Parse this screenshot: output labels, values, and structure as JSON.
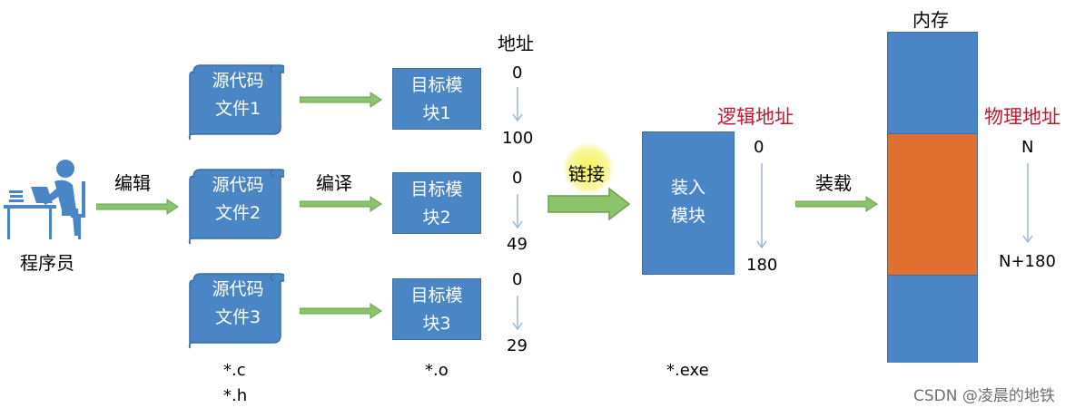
{
  "programmer": {
    "label": "程序员"
  },
  "edit": {
    "label": "编辑"
  },
  "compile": {
    "label": "编译"
  },
  "link": {
    "label": "链接"
  },
  "load": {
    "label": "装载"
  },
  "source_files": [
    {
      "line1": "源代码",
      "line2": "文件1"
    },
    {
      "line1": "源代码",
      "line2": "文件2"
    },
    {
      "line1": "源代码",
      "line2": "文件3"
    }
  ],
  "object_modules": [
    {
      "line1": "目标模",
      "line2": "块1",
      "start": "0",
      "end": "100"
    },
    {
      "line1": "目标模",
      "line2": "块2",
      "start": "0",
      "end": "49"
    },
    {
      "line1": "目标模",
      "line2": "块3",
      "start": "0",
      "end": "29"
    }
  ],
  "address_header": "地址",
  "load_module": {
    "line1": "装入",
    "line2": "模块"
  },
  "logical_address": {
    "label": "逻辑地址",
    "start": "0",
    "end": "180"
  },
  "memory": {
    "label": "内存"
  },
  "physical_address": {
    "label": "物理地址",
    "start": "N",
    "end": "N+180"
  },
  "extensions": {
    "c": "*.c",
    "h": "*.h",
    "o": "*.o",
    "exe": "*.exe"
  },
  "watermark": "CSDN @凌晨的地铁",
  "colors": {
    "box_blue": "#4a86c5",
    "memory_orange": "#e07030",
    "arrow_green": "#8cc46c",
    "red_label": "#c0182e"
  }
}
